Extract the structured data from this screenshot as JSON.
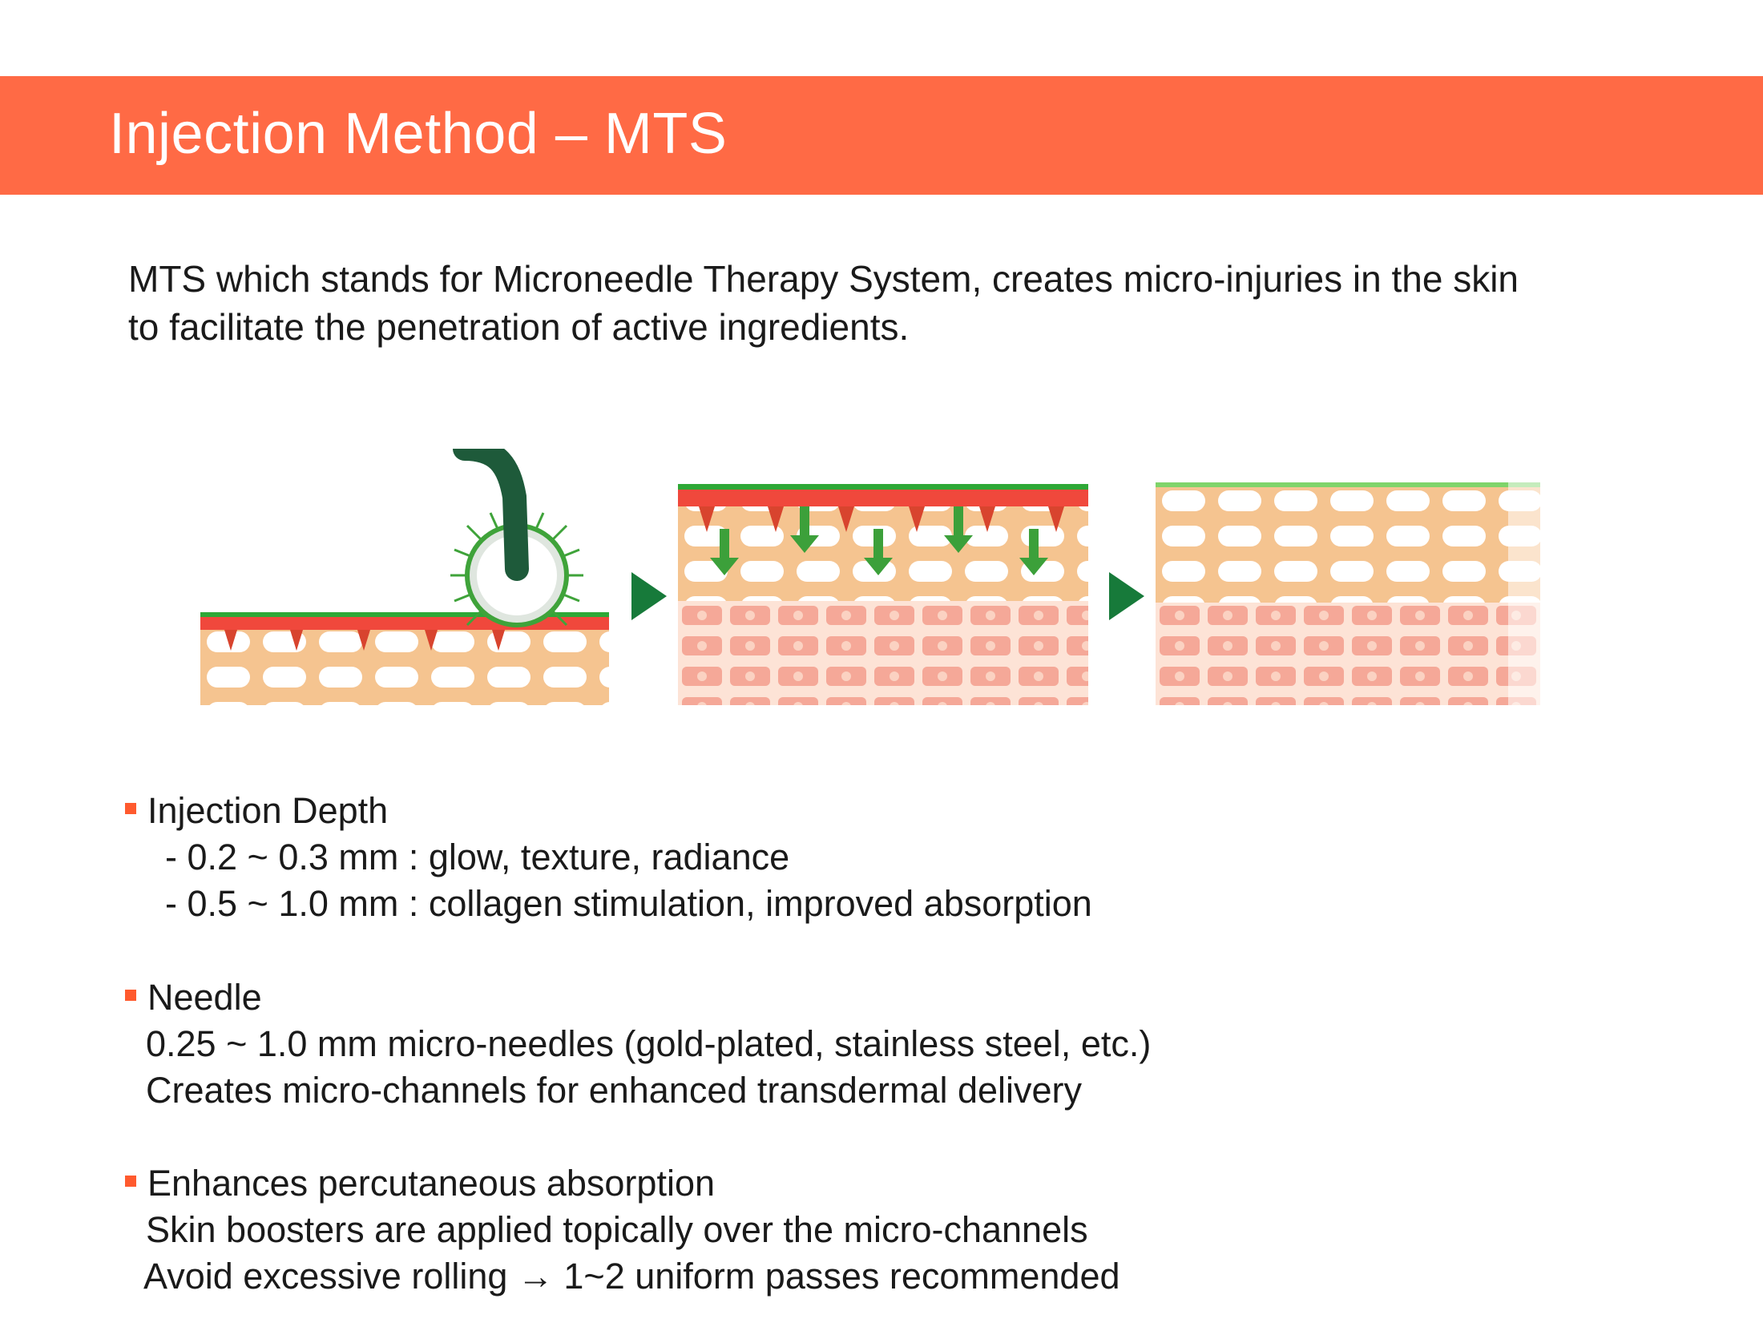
{
  "header": {
    "title": "Injection Method – MTS"
  },
  "intro": {
    "line1": "MTS which stands for Microneedle Therapy System, creates micro-injuries in the skin",
    "line2": "to facilitate the penetration of active ingredients."
  },
  "colors": {
    "header": "#ff6a45",
    "bullet": "#ff5a2e",
    "skin": "#f5c490",
    "epidermis_red": "#f0483c",
    "surface_green": "#2ea836",
    "arrow_green": "#177a3a",
    "roller": "#1e5a3a"
  },
  "figure": {
    "icons": [
      "microneedle-roller-icon",
      "penetration-arrow-icon",
      "step-arrow-icon"
    ]
  },
  "sections": {
    "depth": {
      "title": "Injection Depth",
      "items": [
        "- 0.2 ~ 0.3 mm : glow, texture, radiance",
        "- 0.5 ~ 1.0 mm : collagen stimulation, improved absorption"
      ]
    },
    "needle": {
      "title": "Needle",
      "items": [
        "0.25 ~ 1.0 mm micro-needles (gold-plated, stainless steel, etc.)",
        "Creates micro-channels for enhanced transdermal delivery"
      ]
    },
    "absorption": {
      "title": "Enhances percutaneous absorption",
      "items": [
        "Skin boosters are applied topically over the micro-channels",
        "Avoid excessive rolling → 1~2 uniform passes recommended"
      ]
    }
  }
}
